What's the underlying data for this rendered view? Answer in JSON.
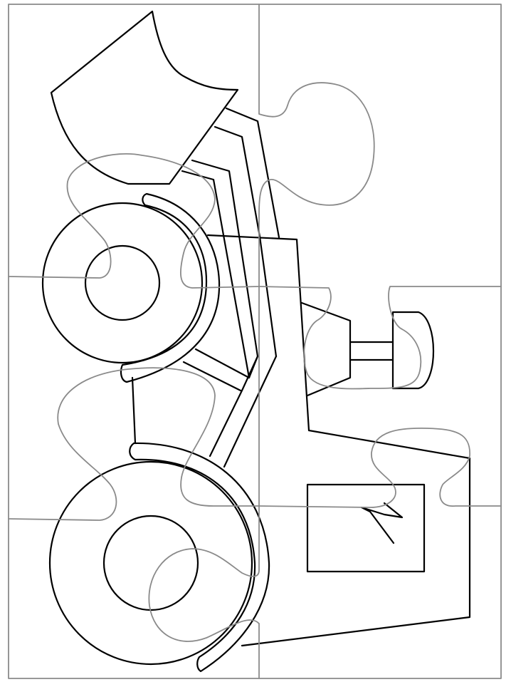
{
  "puzzle": {
    "subject": "tractor-coloring-page",
    "grid": {
      "columns": 2,
      "rows": 3
    },
    "colors": {
      "outline": "#000000",
      "cut_lines": "#8a8a8a",
      "background": "#ffffff"
    }
  }
}
